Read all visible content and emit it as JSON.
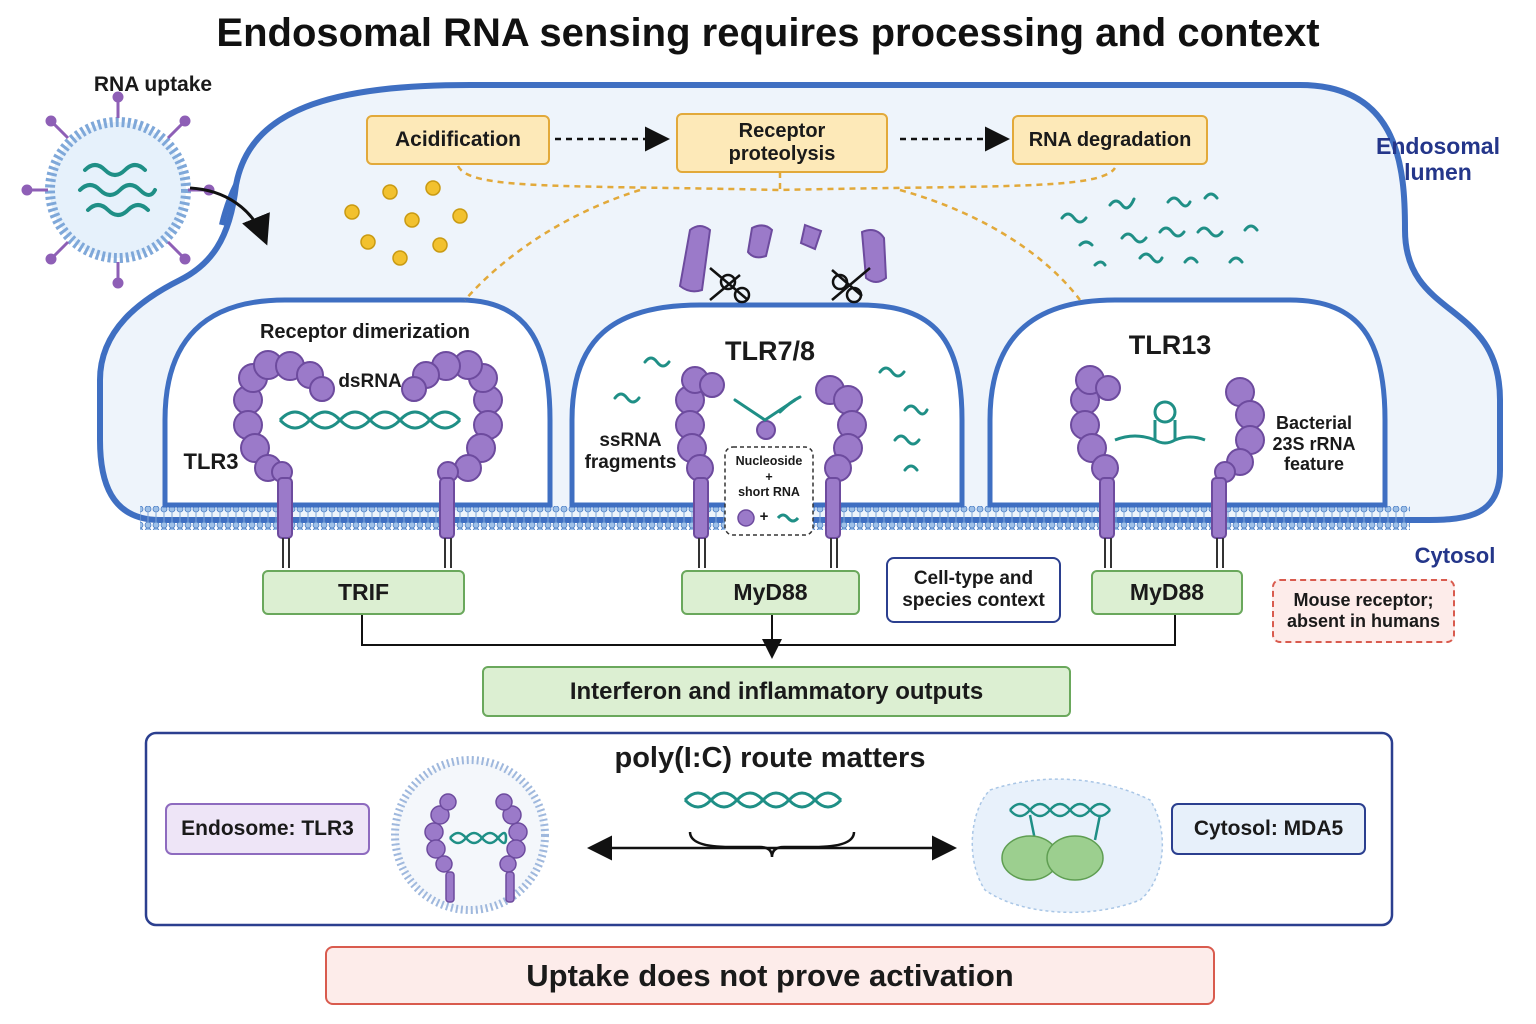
{
  "title": "Endosomal RNA sensing requires processing and context",
  "labels": {
    "rna_uptake": "RNA uptake",
    "endosomal_lumen": "Endosomal\nlumen",
    "cytosol": "Cytosol",
    "receptor_dimerization": "Receptor dimerization",
    "dsrna": "dsRNA",
    "tlr3": "TLR3",
    "tlr78": "TLR7/8",
    "ssrna_fragments": "ssRNA\nfragments",
    "nucleoside_short_rna": "Nucleoside\n+\nshort RNA",
    "plus": "+",
    "tlr13": "TLR13",
    "bacterial_feature": "Bacterial\n23S rRNA\nfeature"
  },
  "processing_steps": [
    "Acidification",
    "Receptor\nproteolysis",
    "RNA degradation"
  ],
  "adaptors": {
    "trif": "TRIF",
    "myd88_left": "MyD88",
    "myd88_right": "MyD88"
  },
  "context_box": "Cell-type and\nspecies context",
  "mouse_note": "Mouse receptor;\nabsent in humans",
  "outputs_box": "Interferon and inflammatory outputs",
  "bottom_panel": {
    "title": "poly(I:C) route matters",
    "left_label": "Endosome: TLR3",
    "right_label": "Cytosol: MDA5"
  },
  "footer": "Uptake does not prove activation",
  "colors": {
    "membrane": "#3f6fc2",
    "lumen": "#eef4fb",
    "receptor": "#9b7ac9",
    "rna": "#1f8f86",
    "processing": "#fde9b8",
    "adaptor": "#dcefd2",
    "note_red": "#d95b4e",
    "navy": "#24368a"
  }
}
